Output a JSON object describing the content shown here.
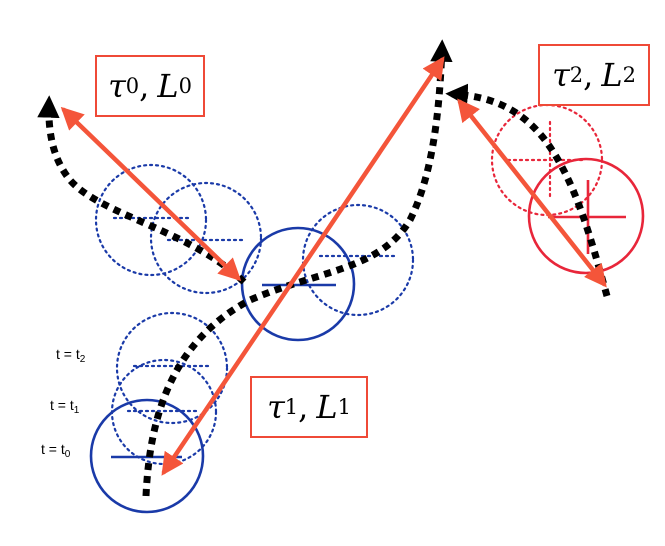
{
  "labels": {
    "tau0": {
      "symbol": "τ",
      "sub": "0",
      "sep": ",",
      "symbol2": "L",
      "sub2": "0"
    },
    "tau1": {
      "symbol": "τ",
      "sub": "1",
      "sep": ",",
      "symbol2": "L",
      "sub2": "1"
    },
    "tau2": {
      "symbol": "τ",
      "sub": "2",
      "sep": ",",
      "symbol2": "L",
      "sub2": "2"
    }
  },
  "time_labels": [
    {
      "prefix": "t = t",
      "sub": "2"
    },
    {
      "prefix": "t = t",
      "sub": "1"
    },
    {
      "prefix": "t = t",
      "sub": "0"
    }
  ],
  "colors": {
    "blue": "#1a3aa8",
    "red": "#e8263a",
    "arrow": "#f4553a",
    "box_border": "#ef4a37",
    "path": "#000000"
  }
}
